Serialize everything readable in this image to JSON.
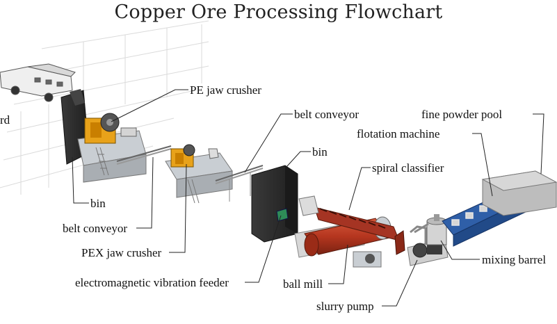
{
  "title": "Copper Ore Processing Flowchart",
  "labels": {
    "truncated_left": "rd",
    "pe_jaw_crusher": "PE jaw crusher",
    "belt_conveyor_top": "belt conveyor",
    "bin_top": "bin",
    "fine_powder_pool": "fine powder pool",
    "flotation_machine": "flotation machine",
    "spiral_classifier": "spiral classifier",
    "bin_bottom": "bin",
    "belt_conveyor_bottom": "belt conveyor",
    "pex_jaw_crusher": "PEX jaw crusher",
    "electromagnetic_vibration_feeder": "electromagnetic vibration feeder",
    "ball_mill": "ball mill",
    "slurry_pump": "slurry pump",
    "mixing_barrel": "mixing barrel"
  },
  "colors": {
    "crusher_orange": "#e8a21a",
    "ball_mill_red": "#b5361f",
    "flotation_blue": "#2f5fa8",
    "bin_black": "#2b2b2b",
    "platform_gray": "#c9ced3"
  }
}
